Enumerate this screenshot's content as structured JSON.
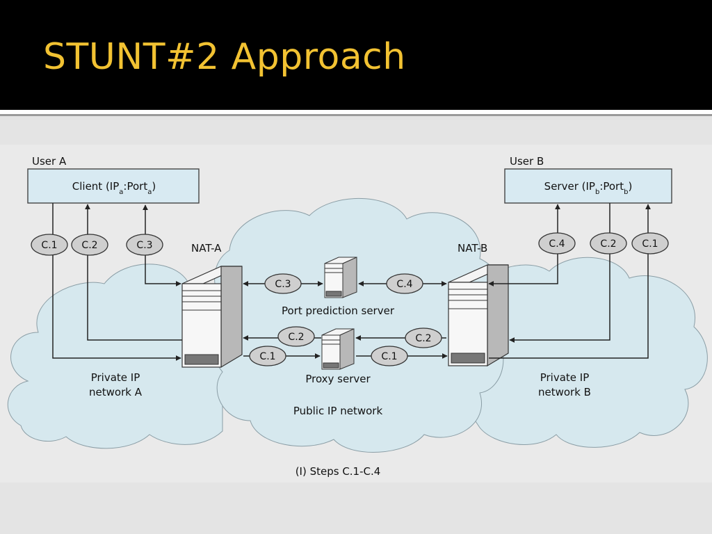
{
  "slide": {
    "title": "STUNT#2 Approach"
  },
  "diagram": {
    "user_a": "User A",
    "user_b": "User B",
    "client": {
      "prefix": "Client (IP",
      "sub1": "a",
      "mid": ":Port",
      "sub2": "a",
      "suffix": ")"
    },
    "server": {
      "prefix": "Server (IP",
      "sub1": "b",
      "mid": ":Port",
      "sub2": "b",
      "suffix": ")"
    },
    "nat_a": "NAT-A",
    "nat_b": "NAT-B",
    "steps": {
      "c1": "C.1",
      "c2": "C.2",
      "c3": "C.3",
      "c4": "C.4"
    },
    "port_prediction_server": "Port prediction server",
    "proxy_server": "Proxy server",
    "public_network": "Public IP network",
    "private_a_line1": "Private IP",
    "private_a_line2": "network A",
    "private_b_line1": "Private IP",
    "private_b_line2": "network B",
    "caption": "(I) Steps C.1-C.4"
  }
}
